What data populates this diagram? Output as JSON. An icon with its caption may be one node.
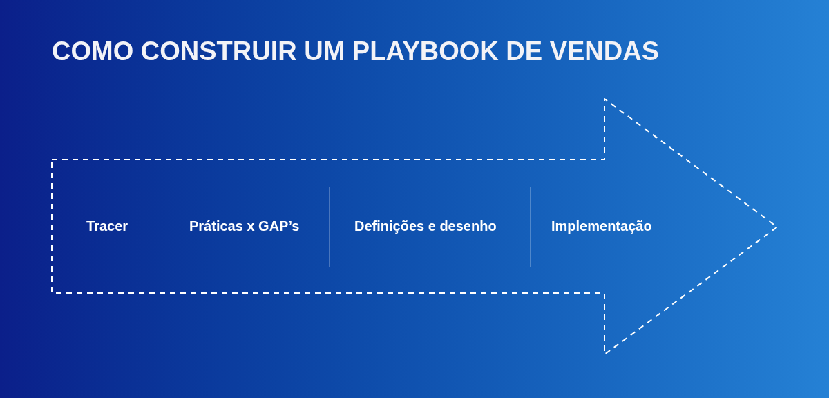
{
  "diagram": {
    "title": "COMO CONSTRUIR UM PLAYBOOK DE VENDAS",
    "nodes": [
      {
        "text": [],
        "shape": "arrow"
      },
      {
        "text": [
          "Tracer"
        ],
        "in": 0
      },
      {
        "text": [
          "Práticas x GAP’s"
        ],
        "in": 0
      },
      {
        "text": [
          "Definições e desenho"
        ],
        "in": 0
      },
      {
        "text": [
          "Implementação"
        ],
        "in": 0
      }
    ]
  }
}
